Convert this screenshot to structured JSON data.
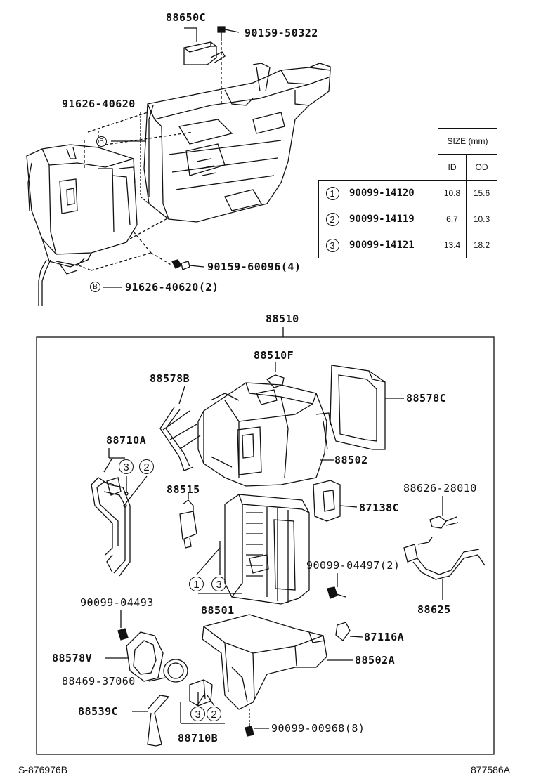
{
  "top_labels": {
    "p88650C": "88650C",
    "p90159_50322": "90159-50322",
    "p91626_40620": "91626-40620",
    "p90159_60096": "90159-60096(4)",
    "p91626_40620_2": "91626-40620(2)",
    "marker_b": "B"
  },
  "size_table": {
    "header": "SIZE (mm)",
    "col_id": "ID",
    "col_od": "OD",
    "rows": [
      {
        "idx": "1",
        "part": "90099-14120",
        "id": "10.8",
        "od": "15.6"
      },
      {
        "idx": "2",
        "part": "90099-14119",
        "id": "6.7",
        "od": "10.3"
      },
      {
        "idx": "3",
        "part": "90099-14121",
        "id": "13.4",
        "od": "18.2"
      }
    ]
  },
  "assembly": {
    "title": "88510",
    "labels": {
      "p88510F": "88510F",
      "p88578B": "88578B",
      "p88578C": "88578C",
      "p88710A": "88710A",
      "p88502": "88502",
      "p88515": "88515",
      "p88626_28010": "88626-28010",
      "p87138C": "87138C",
      "p90099_04497": "90099-04497(2)",
      "p88501": "88501",
      "p88625": "88625",
      "p90099_04493": "90099-04493",
      "p87116A": "87116A",
      "p88578V": "88578V",
      "p88502A": "88502A",
      "p88469_37060": "88469-37060",
      "p88539C": "88539C",
      "p90099_00968": "90099-00968(8)",
      "p88710B": "88710B"
    },
    "callouts": {
      "one": "1",
      "two": "2",
      "three": "3"
    }
  },
  "footer": {
    "left": "S-876976B",
    "right": "877586A"
  }
}
